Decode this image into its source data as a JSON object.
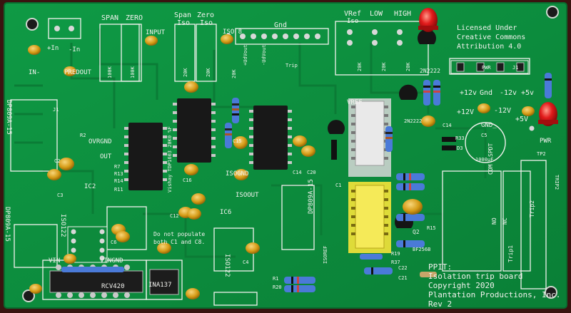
{
  "board": {
    "license": [
      "Licensed Under",
      "Creative Commons",
      "Attribution 4.0"
    ],
    "info": [
      "PPIT:",
      "Isolation trip board",
      "Copyright 2020",
      "Plantation Productions, Inc.",
      "Rev 2"
    ],
    "header_labels": {
      "span": "SPAN",
      "zero": "ZERO",
      "span_iso": "Span",
      "zero_iso": "Zero",
      "iso_word": "Iso",
      "iso_word2": "Iso",
      "input": "INPUT",
      "iso8": "ISO 8",
      "gnd": "Gnd",
      "vref": "VRef",
      "low": "LOW",
      "high": "HIGH",
      "vref_iso": "Iso",
      "pwr_conn": "PWR",
      "j1": "J1"
    },
    "power_labels": {
      "plus12": "+12v",
      "gnd": "Gnd",
      "minus12": "-12v",
      "plus5": "+5v",
      "plus12b": "+12V",
      "gnd_b": "GND_",
      "minus12b": "-12V",
      "plus5b": "+5V",
      "pwr": "PWR"
    },
    "misc_labels": {
      "in_plus": "+In",
      "in_minus": "-In",
      "in_minus2": "IN-",
      "predout": "PREDOUT",
      "ovrgnd": "OVRGND",
      "out": "OUT",
      "isognd": "ISOGND",
      "isoout": "ISOOUT",
      "ic2": "IC2",
      "ic6": "IC6",
      "iso122a": "ISO122",
      "iso122b": "ISO122",
      "dp_left": "DP809A-15",
      "dp_left2": "DP809A-15",
      "dp_mid": "DP809A-15",
      "vin": "VIN",
      "vingnd": "VINGND",
      "rcv420": "RCV420",
      "ina137": "INA137",
      "vref_label": "VREF",
      "note1": "Do not populate",
      "note2": "both C1 and C8.",
      "spdt": "SPDT",
      "trip1": "Trip1",
      "trip2": "Trip2",
      "com": "COM",
      "no": "NO",
      "nc": "NC",
      "q2": "Q2",
      "bf": "BF256B",
      "n2222": "2N2222",
      "n2222b": "2N2222",
      "c14": "C14",
      "c5": "C5",
      "d3": "D3",
      "r33": "R33",
      "u1": "1000µF",
      "trip2b": "TRIP2",
      "vishay": "Vishay TDP1603 20K0 %F",
      "trip_words": "Trip",
      "r100k1": "100K",
      "r100k2": "100K",
      "r20k1": "20K",
      "r20k2": "20K",
      "r20k3": "20K",
      "r20k4": "20K",
      "r20k5": "20K",
      "r20k6": "20K",
      "r2": "R2",
      "r13": "R13",
      "r14": "R14",
      "r7": "R7",
      "r11": "R11",
      "r37": "R37",
      "r15": "R15",
      "r20": "R20",
      "r19": "R19",
      "c1": "C1",
      "c12": "C12",
      "c22": "C22",
      "c21": "C21",
      "c14b": "C14",
      "c20": "C20",
      "c3": "C3",
      "c6": "C6",
      "c15": "C15",
      "c2": "C2",
      "c4": "C4",
      "c16": "C16",
      "r1": "R1",
      "isoref": "ISOREF",
      "vcolumn": "+UdVout",
      "vcolumn2": "-UdVout",
      "j1b": "J1",
      "tp2": "TP2"
    }
  },
  "colors": {
    "pcb": "#0c8f3e",
    "silk": "#f2f2ee",
    "ic_body": "#1a1a1a",
    "cap_yellow": "#d9a21c",
    "highlight_yellow": "#f1e23a",
    "highlight_white": "#d8d8d8",
    "led_red": "#d81717",
    "resistor_blue": "#3d6fd6"
  }
}
